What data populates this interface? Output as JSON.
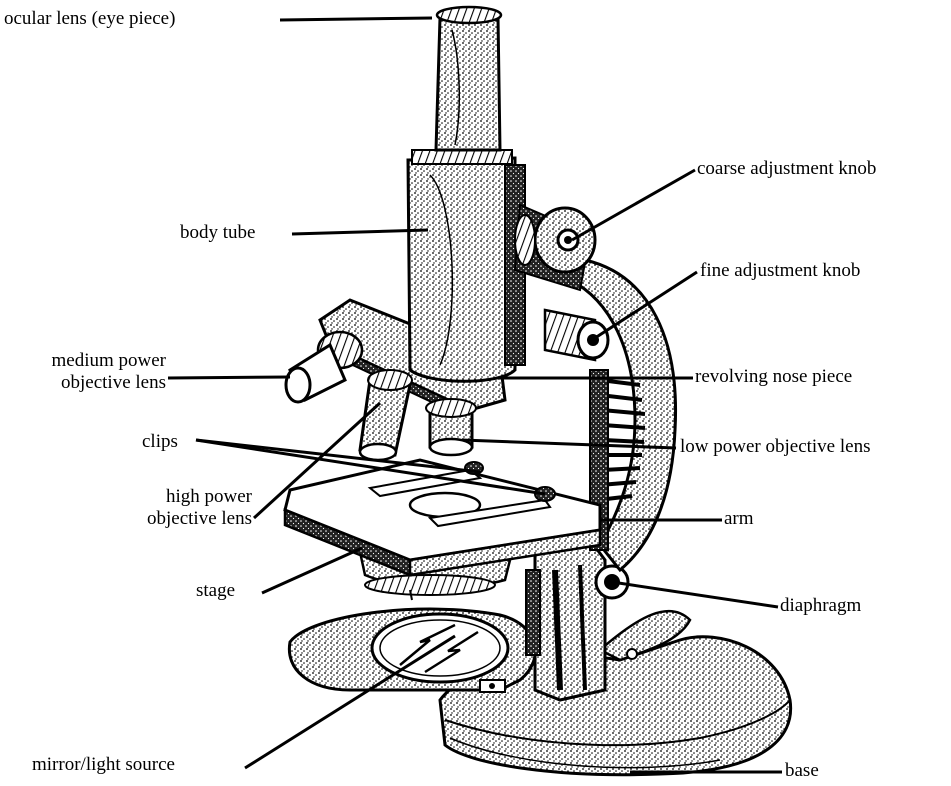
{
  "labels": {
    "ocular": "ocular lens (eye piece)",
    "body_tube": "body tube",
    "medium_1": "medium power",
    "medium_2": "objective lens",
    "clips": "clips",
    "high_1": "high power",
    "high_2": "objective lens",
    "stage": "stage",
    "mirror": "mirror/light source",
    "coarse": "coarse adjustment knob",
    "fine": "fine adjustment knob",
    "nosepiece": "revolving nose piece",
    "low_power": "low power objective lens",
    "arm": "arm",
    "diaphragm": "diaphragm",
    "base": "base"
  },
  "colors": {
    "ink": "#000000",
    "paper": "#ffffff",
    "shade": "#4a4a4a",
    "mid": "#8a8a8a"
  }
}
